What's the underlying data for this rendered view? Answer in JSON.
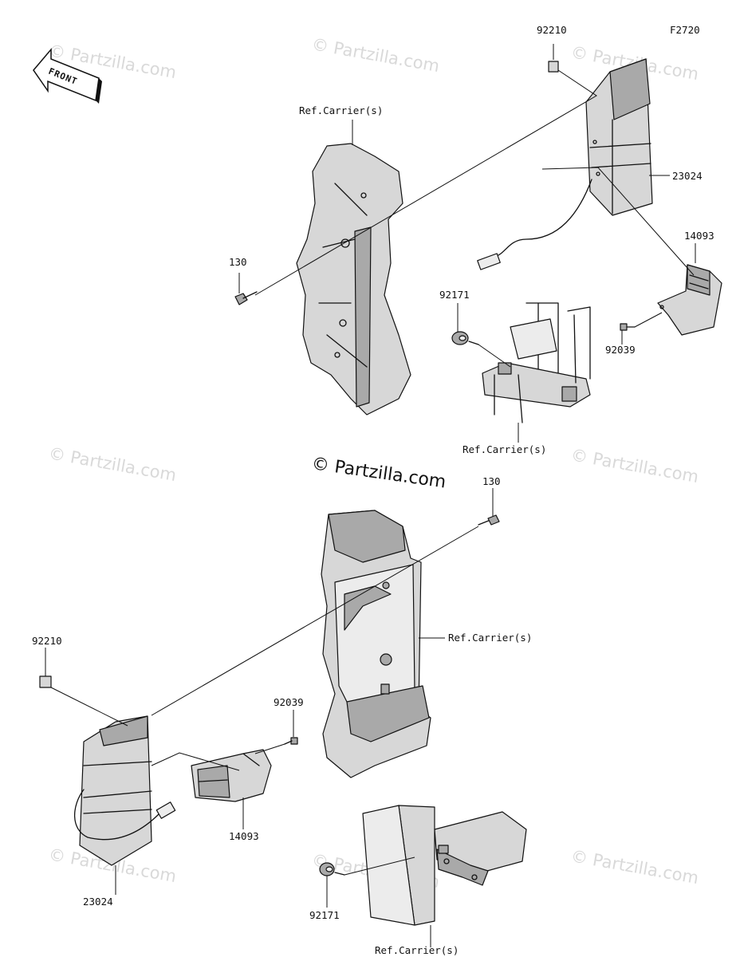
{
  "figure_code": "F2720",
  "front_label": "FRONT",
  "copyright_text": "© Partzilla.com",
  "watermark_text": "© Partzilla.com",
  "callouts": {
    "top_92210": "92210",
    "top_23024": "23024",
    "top_ref_carrier": "Ref.Carrier(s)",
    "top_130": "130",
    "top_14093": "14093",
    "top_92171": "92171",
    "top_92039": "92039",
    "top_ref_carrier_2": "Ref.Carrier(s)",
    "bottom_130": "130",
    "bottom_ref_carrier": "Ref.Carrier(s)",
    "bottom_92210": "92210",
    "bottom_92039": "92039",
    "bottom_14093": "14093",
    "bottom_23024": "23024",
    "bottom_92171": "92171",
    "bottom_ref_carrier_2": "Ref.Carrier(s)"
  }
}
